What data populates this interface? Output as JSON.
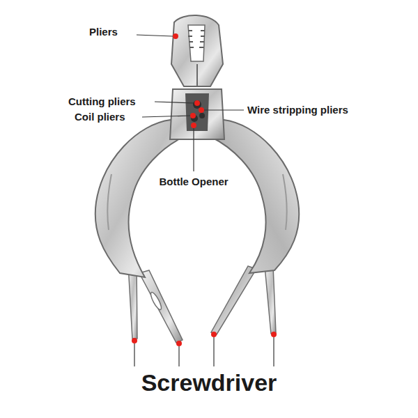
{
  "diagram": {
    "labels": [
      "Pliers",
      "Cutting pliers",
      "Coil pliers",
      "Wire stripping pliers",
      "Bottle Opener",
      "Screwdriver"
    ]
  }
}
